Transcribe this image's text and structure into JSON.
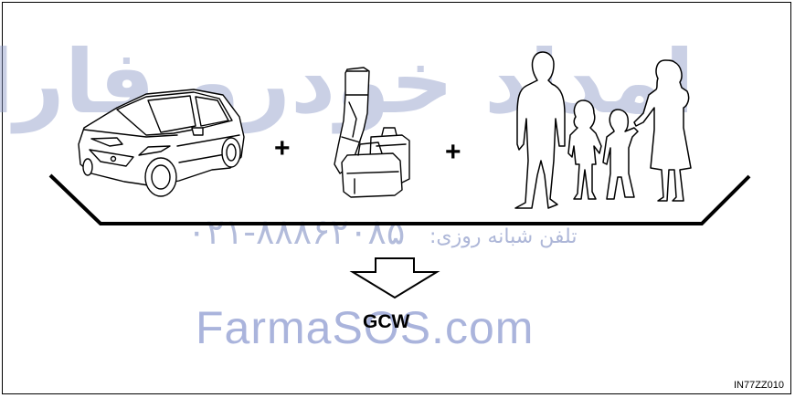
{
  "watermark": {
    "persian_title": "امداد خودرو فارابی",
    "phone_label": "تلفن شبانه روزی:",
    "phone_number": "۰۲۱-۸۸۸۶۲۰۸۵",
    "site": "FarmaSOS.com"
  },
  "figure": {
    "label": "GCW",
    "code": "IN77ZZ010",
    "plus_sign": "+"
  },
  "colors": {
    "line": "#000000",
    "watermark": "#8b98c6"
  }
}
